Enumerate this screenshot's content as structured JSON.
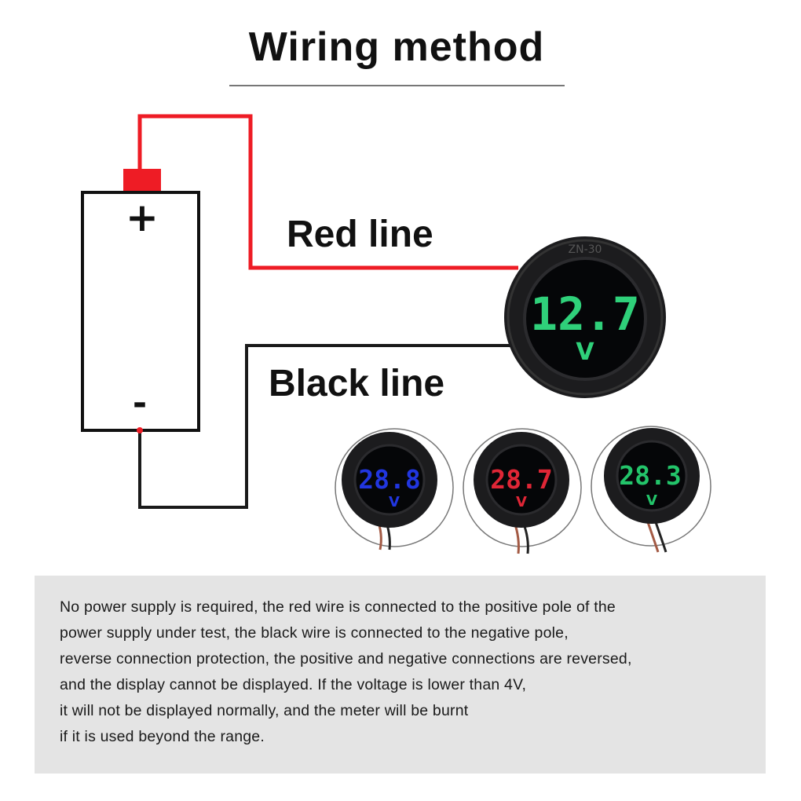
{
  "title": "Wiring method",
  "labels": {
    "red_line": "Red line",
    "black_line": "Black line"
  },
  "battery": {
    "positive_symbol": "+",
    "negative_symbol": "-"
  },
  "meters": {
    "main": {
      "reading": "12.7",
      "unit": "V",
      "color": "#2fd07a",
      "model": "ZN-30"
    },
    "variants": [
      {
        "reading": "28.8",
        "unit": "V",
        "color": "#2136e0"
      },
      {
        "reading": "28.7",
        "unit": "V",
        "color": "#e02636"
      },
      {
        "reading": "28.3",
        "unit": "V",
        "color": "#23c46a"
      }
    ]
  },
  "colors": {
    "red_wire": "#ee1c25",
    "black_wire": "#1a1a1a",
    "note_bg": "#e4e4e4"
  },
  "note": {
    "lines": [
      "No power supply is required, the red wire is connected to the positive pole of the",
      "power supply under test, the black wire is connected to the negative pole,",
      "reverse connection protection, the positive and negative connections are reversed,",
      "and the display cannot be displayed. If the voltage is lower than 4V,",
      "it will not be displayed normally, and the meter will be burnt",
      "if it is used beyond the range."
    ]
  }
}
